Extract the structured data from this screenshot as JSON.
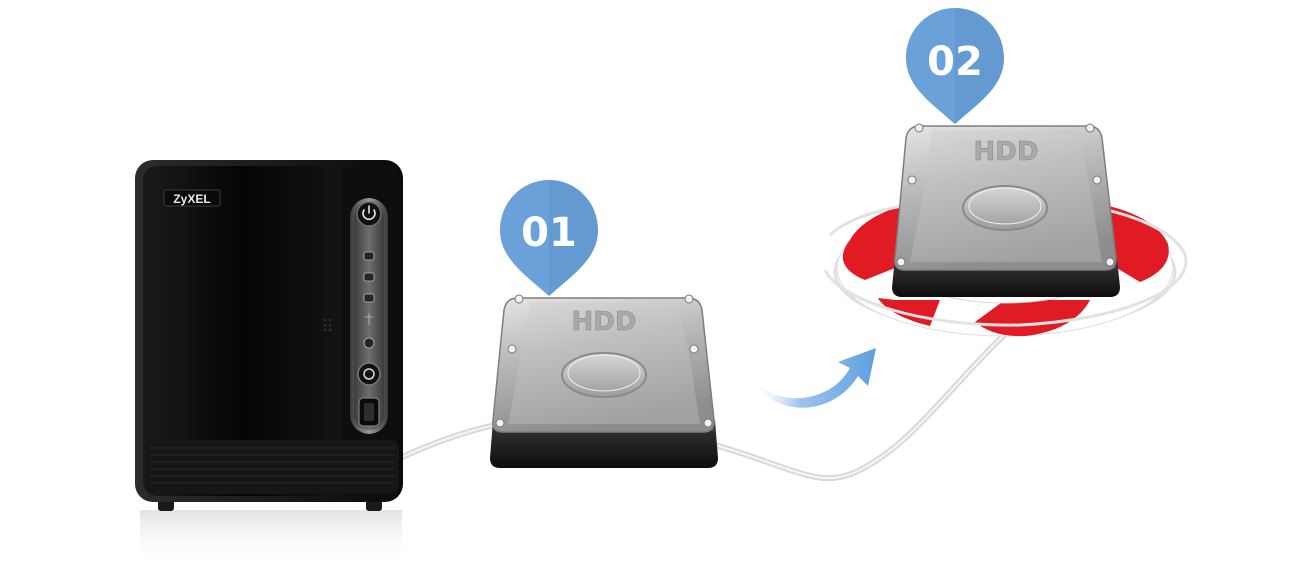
{
  "nas": {
    "brand": "ZyXEL",
    "body_color": "#0b0b0b",
    "icons": [
      "power-icon",
      "disk1-led-icon",
      "disk2-led-icon",
      "copy-led-icon",
      "usb-led-icon",
      "network-led-icon",
      "copy-button-icon",
      "usb-port-icon"
    ]
  },
  "steps": [
    {
      "number": "01",
      "pin_color": "#6aa1d8"
    },
    {
      "number": "02",
      "pin_color": "#6aa1d8"
    }
  ],
  "drives": [
    {
      "label": "HDD"
    },
    {
      "label": "HDD"
    }
  ],
  "lifebuoy": {
    "colors": [
      "#e01b24",
      "#ffffff"
    ]
  },
  "arrow": {
    "color": "#7eb3ea",
    "icon": "curved-arrow-icon"
  }
}
